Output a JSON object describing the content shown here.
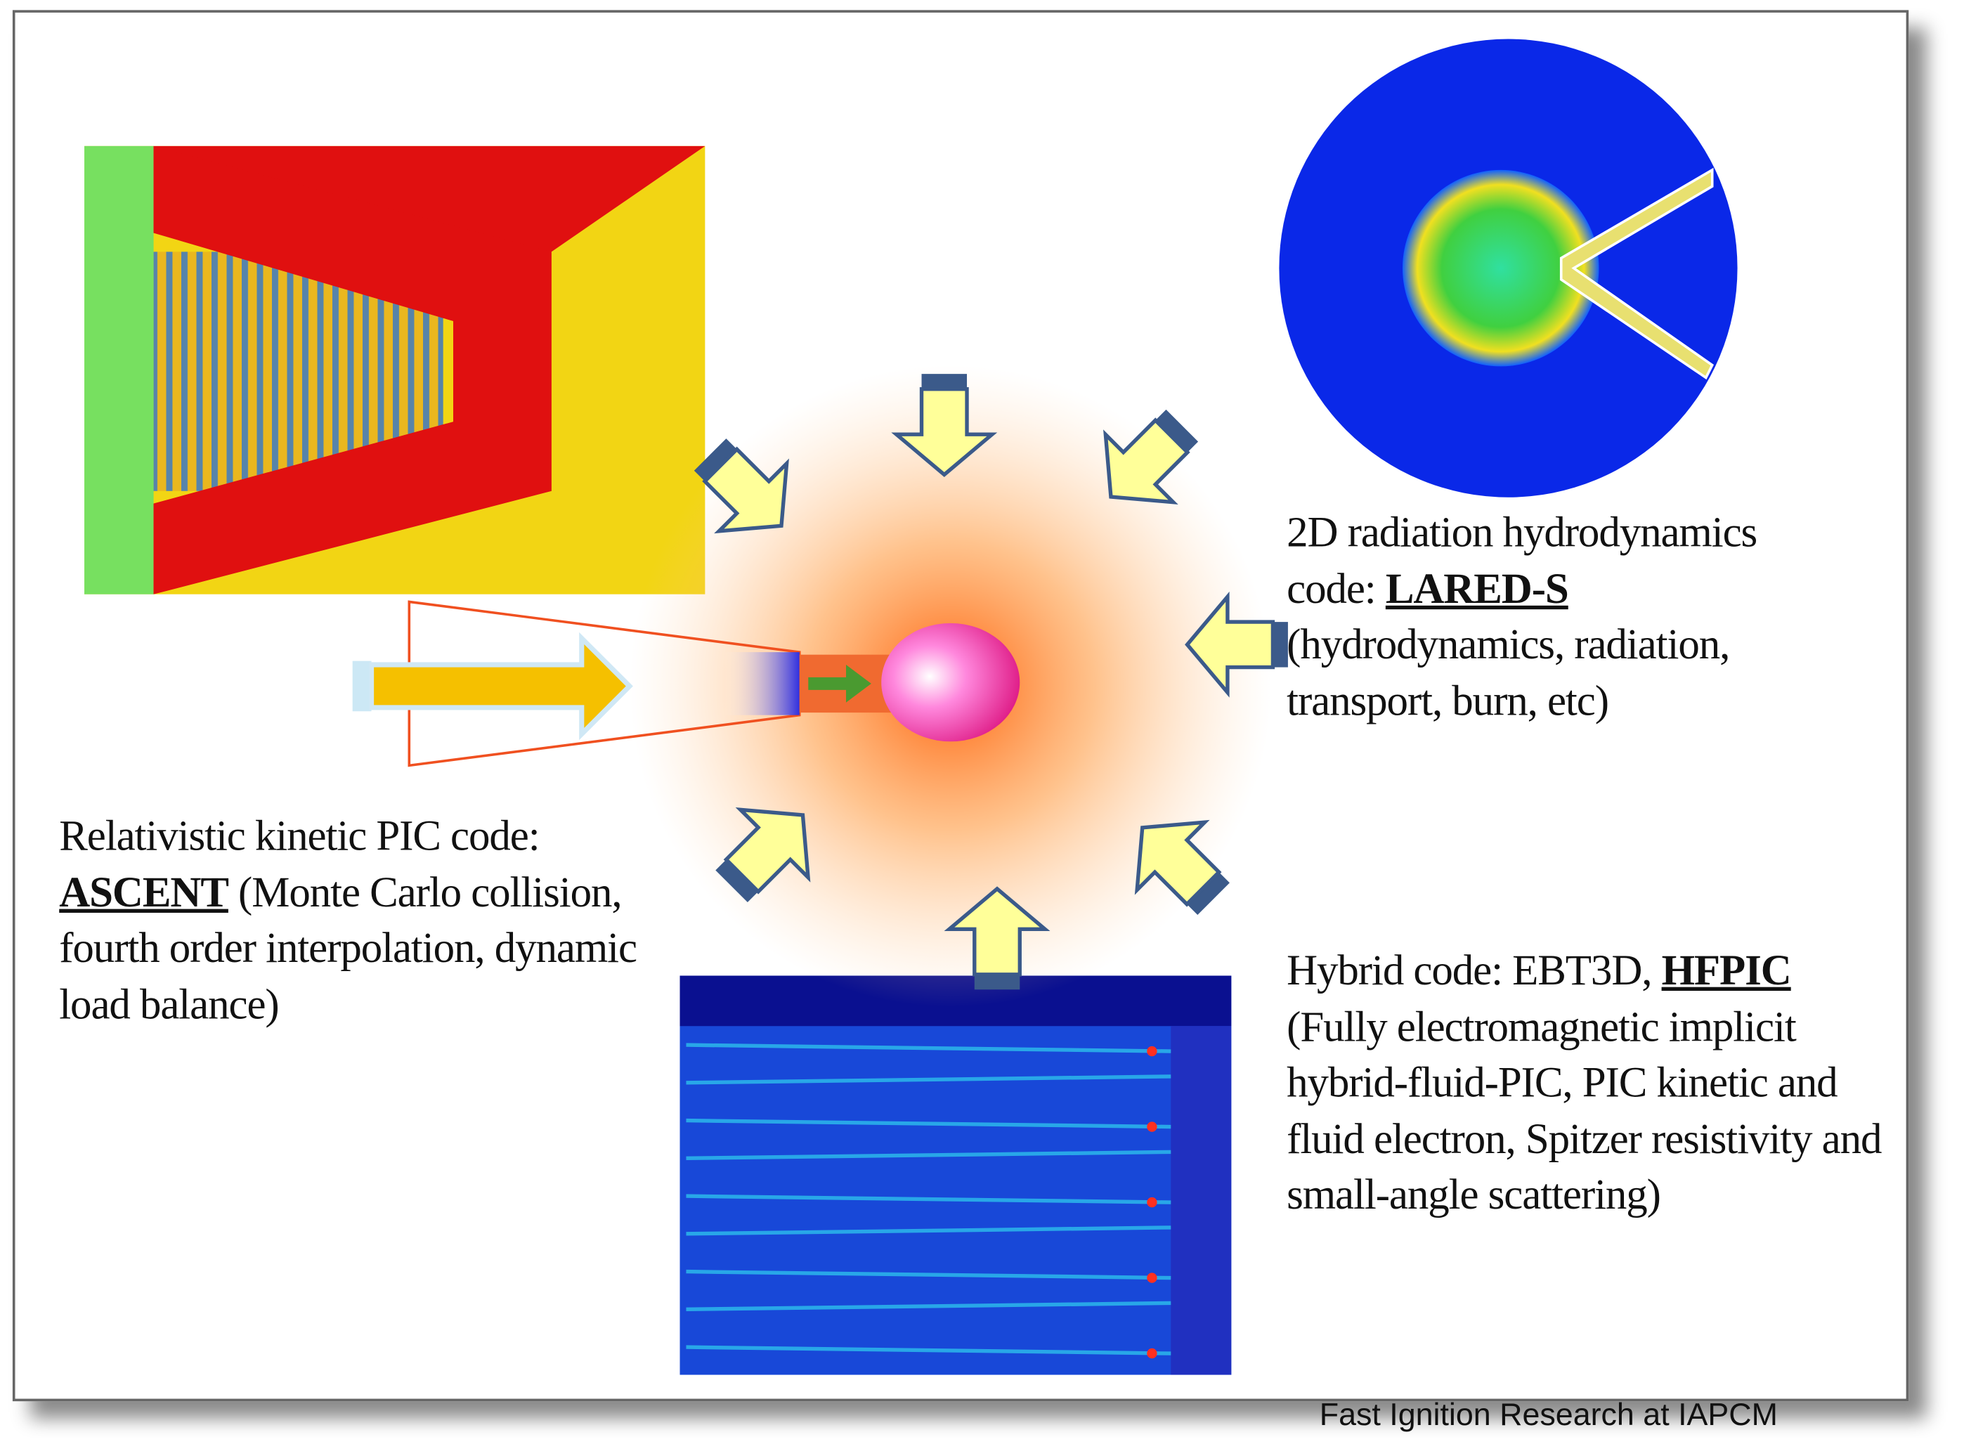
{
  "pic_text": {
    "line1": "Relativistic kinetic PIC code:",
    "code": "ASCENT",
    "rest": "(Monte Carlo collision, fourth order interpolation, dynamic load balance)"
  },
  "hydro_text": {
    "line1": "2D radiation hydrodynamics code: ",
    "code": "LARED-S",
    "rest": "(hydrodynamics, radiation, transport, burn, etc)"
  },
  "hybrid_text": {
    "line1": "Hybrid code: EBT3D, ",
    "code": "HFPIC",
    "rest": "(Fully electromagnetic implicit hybrid-fluid-PIC, PIC kinetic and fluid electron, Spitzer resistivity and small-angle scattering)"
  },
  "footer": "Fast Ignition Research at IAPCM",
  "colors": {
    "arrow_fill": "#ffff99",
    "arrow_tail": "#3b5a8a",
    "laser": "#f5c000",
    "target": "#ff66cc"
  }
}
